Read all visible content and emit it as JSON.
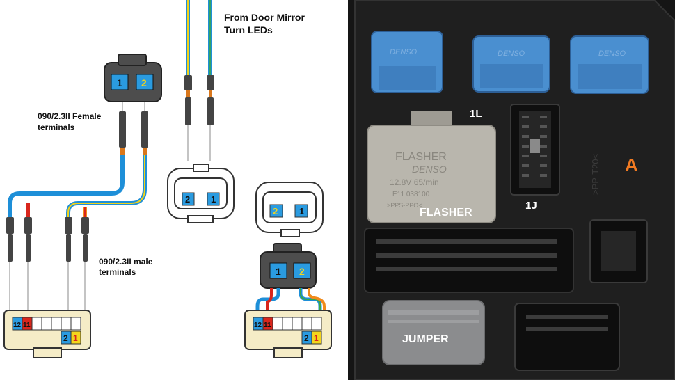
{
  "diagram": {
    "heading_line1": "From Door Mirror",
    "heading_line2": "Turn LEDs",
    "female_line1": "090/2.3II Female",
    "female_line2": "terminals",
    "male_line1": "090/2.3II male",
    "male_line2": "terminals",
    "pin_1": "1",
    "pin_2": "2",
    "pin_11": "11",
    "pin_12": "12",
    "colors": {
      "wire_blue": "#1e8fd8",
      "wire_yellow": "#f2d21a",
      "wire_green": "#3aa845",
      "wire_red": "#d9261c",
      "wire_orange": "#f08a1a",
      "connector_body": "#4d4d4d",
      "plug_beige": "#f5ecc7",
      "pin_blue": "#2a9be0",
      "pin_yellow": "#f4d51c"
    }
  },
  "photo": {
    "label_1l": "1L",
    "label_1j": "1J",
    "label_flasher": "FLASHER",
    "label_jumper": "JUMPER",
    "label_a": "A",
    "relay_brand": "DENSO",
    "flasher_print_1": "FLASHER",
    "flasher_print_2": "DENSO",
    "flasher_print_3": "12.8V 65/min",
    "flasher_print_4": "E11 038100",
    "flasher_print_5": ">PPS-PPO<",
    "board_code": ">PP-T20<",
    "colors": {
      "housing": "#1c1c1c",
      "relay_blue": "#4a8fd0",
      "flasher_grey": "#b9b6ad",
      "jumper_grey": "#8b8c8e",
      "label_white": "#ffffff",
      "label_orange": "#f07a22"
    }
  }
}
